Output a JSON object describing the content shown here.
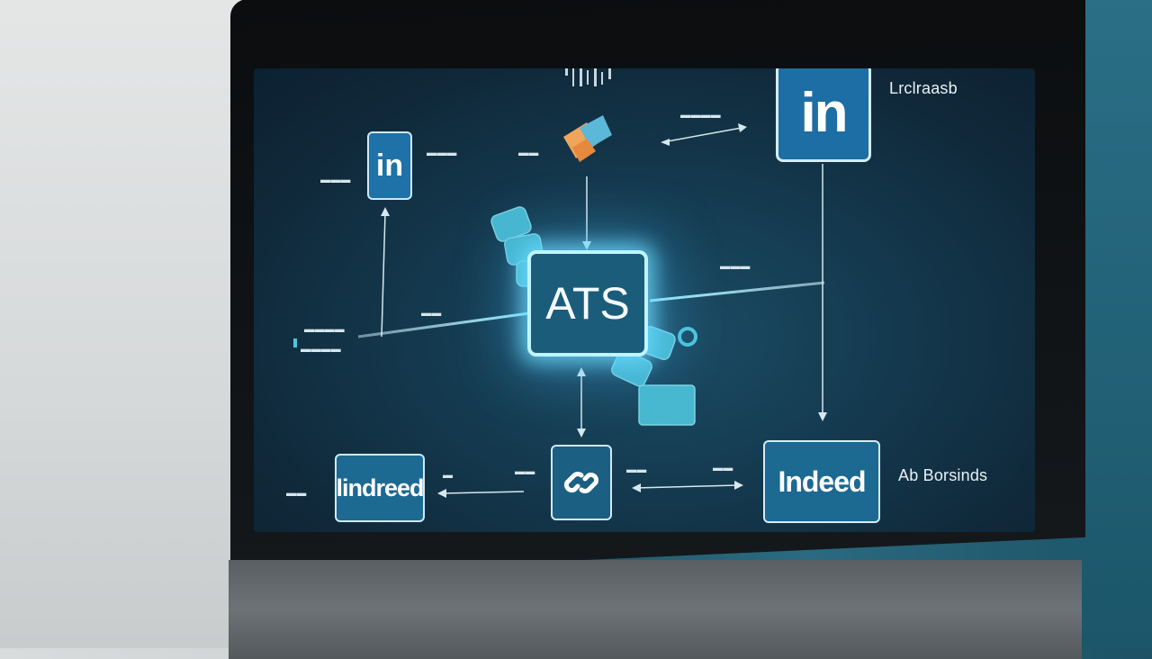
{
  "diagram": {
    "center_label": "ATS",
    "linkedin_small_label": "in",
    "linkedin_big_label": "in",
    "indeed_left_label": "lindreed",
    "indeed_right_label": "Indeed",
    "link_icon": "link-icon",
    "doc_icon": "document-stack-icon",
    "side_text_top_right": "Lrclraasb",
    "side_text_bottom_right": "Ab Borsinds"
  },
  "colors": {
    "accent_glow": "#bff4ff",
    "node_fill": "#1c6992",
    "screen_bg": "#153c52"
  }
}
